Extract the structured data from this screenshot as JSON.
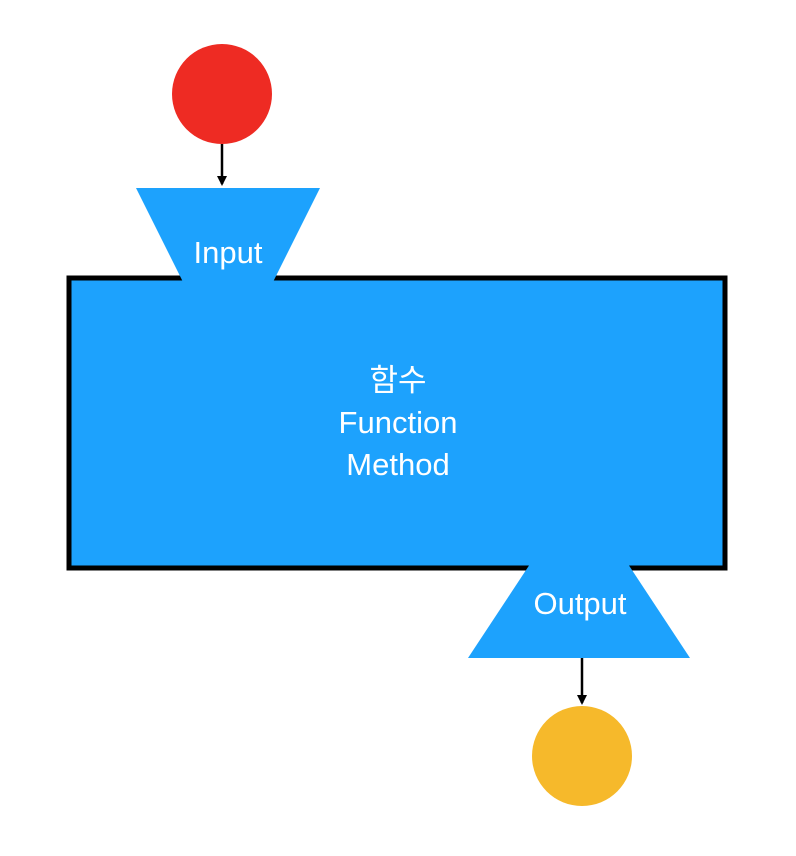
{
  "colors": {
    "start_node": "#ee2b23",
    "end_node": "#f6b92b",
    "block_fill": "#1da2fd",
    "block_border": "#000000",
    "arrow": "#000000",
    "text": "#ffffff"
  },
  "input": {
    "label": "Input"
  },
  "function_block": {
    "line1": "함수",
    "line2": "Function",
    "line3": "Method"
  },
  "output": {
    "label": "Output"
  }
}
